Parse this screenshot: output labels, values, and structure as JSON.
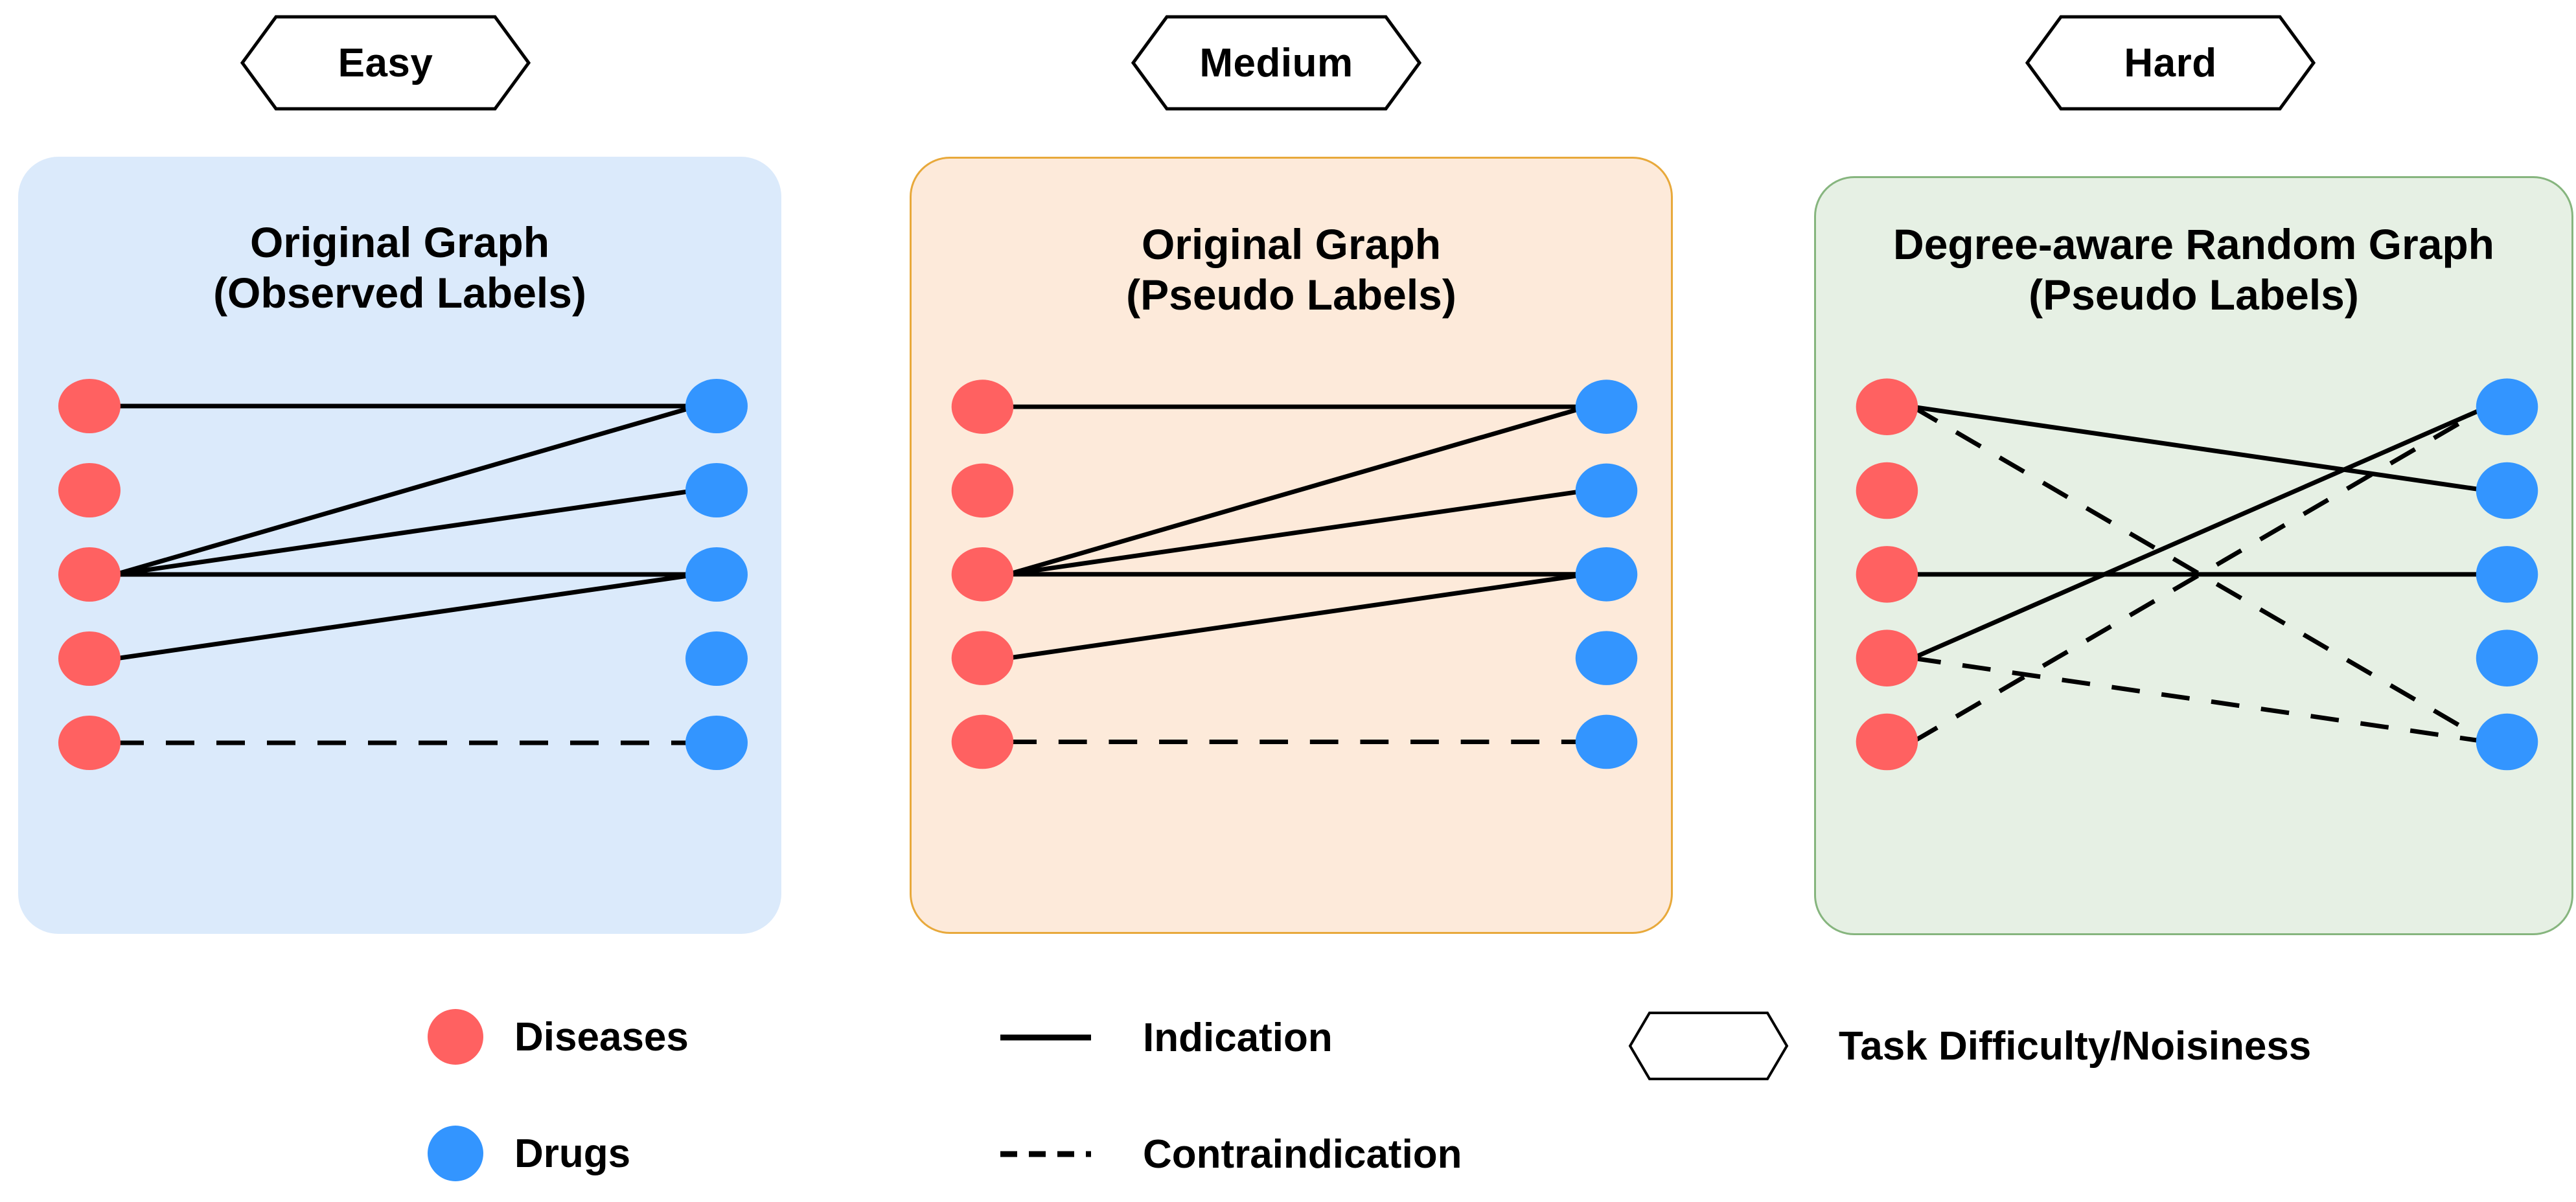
{
  "figure": {
    "kind": "bipartite-graph-diagram",
    "node_colors": {
      "disease": "#FF6161",
      "drug": "#3395FF"
    },
    "edge_color": "#000000"
  },
  "badges": [
    {
      "id": "easy",
      "label": "Easy"
    },
    {
      "id": "medium",
      "label": "Medium"
    },
    {
      "id": "hard",
      "label": "Hard"
    }
  ],
  "panels": [
    {
      "id": "easy-panel",
      "title": "Original Graph\n(Observed Labels)",
      "bg": "#DBEAFB",
      "border": "#DBEAFB",
      "diseases": 5,
      "drugs": 5,
      "edges": [
        {
          "from": 1,
          "to": 1,
          "type": "indication"
        },
        {
          "from": 3,
          "to": 1,
          "type": "indication"
        },
        {
          "from": 3,
          "to": 2,
          "type": "indication"
        },
        {
          "from": 3,
          "to": 3,
          "type": "indication"
        },
        {
          "from": 4,
          "to": 3,
          "type": "indication"
        },
        {
          "from": 5,
          "to": 5,
          "type": "contraindication"
        }
      ]
    },
    {
      "id": "medium-panel",
      "title": "Original Graph\n(Pseudo Labels)",
      "bg": "#FDEADA",
      "border": "#E8A93B",
      "diseases": 5,
      "drugs": 5,
      "edges": [
        {
          "from": 1,
          "to": 1,
          "type": "indication"
        },
        {
          "from": 3,
          "to": 1,
          "type": "indication"
        },
        {
          "from": 3,
          "to": 2,
          "type": "indication"
        },
        {
          "from": 3,
          "to": 3,
          "type": "indication"
        },
        {
          "from": 4,
          "to": 3,
          "type": "indication"
        },
        {
          "from": 5,
          "to": 5,
          "type": "contraindication"
        }
      ]
    },
    {
      "id": "hard-panel",
      "title": "Degree-aware Random Graph\n(Pseudo Labels)",
      "bg": "#E6F0E4",
      "border": "#86B57E",
      "diseases": 5,
      "drugs": 5,
      "edges": [
        {
          "from": 1,
          "to": 2,
          "type": "indication"
        },
        {
          "from": 3,
          "to": 3,
          "type": "indication"
        },
        {
          "from": 4,
          "to": 1,
          "type": "indication"
        },
        {
          "from": 1,
          "to": 5,
          "type": "contraindication"
        },
        {
          "from": 4,
          "to": 5,
          "type": "contraindication"
        },
        {
          "from": 5,
          "to": 1,
          "type": "contraindication"
        }
      ]
    }
  ],
  "legend": {
    "diseases_label": "Diseases",
    "drugs_label": "Drugs",
    "indication_label": "Indication",
    "contraindication_label": "Contraindication",
    "difficulty_label": "Task Difficulty/Noisiness"
  },
  "chart_data": {
    "type": "diagram",
    "title": "",
    "node_sets": [
      {
        "name": "Diseases",
        "color": "#FF6161",
        "count": 5,
        "side": "left"
      },
      {
        "name": "Drugs",
        "color": "#3395FF",
        "count": 5,
        "side": "right"
      }
    ],
    "edge_styles": [
      {
        "name": "Indication",
        "style": "solid"
      },
      {
        "name": "Contraindication",
        "style": "dashed"
      }
    ],
    "panels": [
      {
        "difficulty": "Easy",
        "title": "Original Graph (Observed Labels)",
        "edges": [
          [
            1,
            1,
            "solid"
          ],
          [
            3,
            1,
            "solid"
          ],
          [
            3,
            2,
            "solid"
          ],
          [
            3,
            3,
            "solid"
          ],
          [
            4,
            3,
            "solid"
          ],
          [
            5,
            5,
            "dashed"
          ]
        ]
      },
      {
        "difficulty": "Medium",
        "title": "Original Graph (Pseudo Labels)",
        "edges": [
          [
            1,
            1,
            "solid"
          ],
          [
            3,
            1,
            "solid"
          ],
          [
            3,
            2,
            "solid"
          ],
          [
            3,
            3,
            "solid"
          ],
          [
            4,
            3,
            "solid"
          ],
          [
            5,
            5,
            "dashed"
          ]
        ]
      },
      {
        "difficulty": "Hard",
        "title": "Degree-aware Random Graph (Pseudo Labels)",
        "edges": [
          [
            1,
            2,
            "solid"
          ],
          [
            3,
            3,
            "solid"
          ],
          [
            4,
            1,
            "solid"
          ],
          [
            1,
            5,
            "dashed"
          ],
          [
            4,
            5,
            "dashed"
          ],
          [
            5,
            1,
            "dashed"
          ]
        ]
      }
    ]
  }
}
